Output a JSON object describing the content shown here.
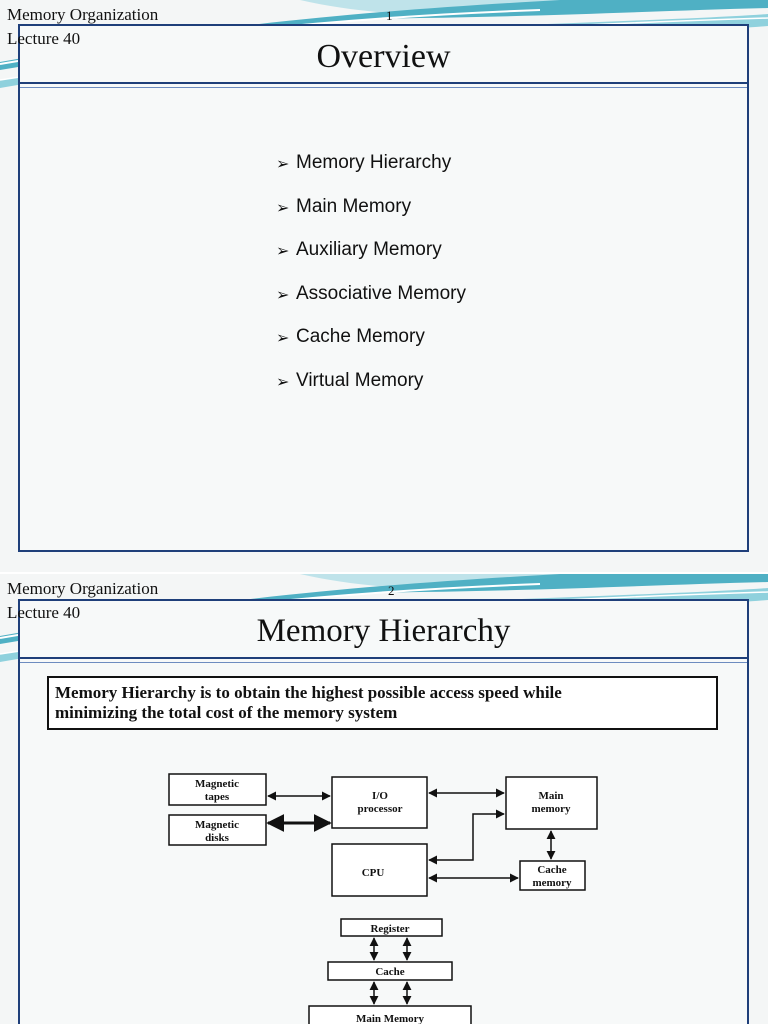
{
  "slide1": {
    "header_line1": "Memory Organization",
    "header_line2": "Lecture 40",
    "page_number": "1",
    "title": "Overview",
    "bullets": [
      "Memory Hierarchy",
      "Main Memory",
      "Auxiliary Memory",
      "Associative Memory",
      "Cache Memory",
      "Virtual Memory"
    ]
  },
  "slide2": {
    "header_line1": "Memory Organization",
    "header_line2": "Lecture 40",
    "page_number": "2",
    "title": "Memory Hierarchy",
    "definition_line1": "Memory Hierarchy is to obtain the highest possible access speed while",
    "definition_line2": "minimizing the total cost of the memory system",
    "diagram": {
      "magnetic_tapes": [
        "Magnetic",
        "tapes"
      ],
      "magnetic_disks": [
        "Magnetic",
        "disks"
      ],
      "io_processor": [
        "I/O",
        "processor"
      ],
      "main_memory": [
        "Main",
        "memory"
      ],
      "cpu": "CPU",
      "cache_memory": [
        "Cache",
        "memory"
      ],
      "stack": [
        "Register",
        "Cache",
        "Main Memory"
      ]
    }
  }
}
